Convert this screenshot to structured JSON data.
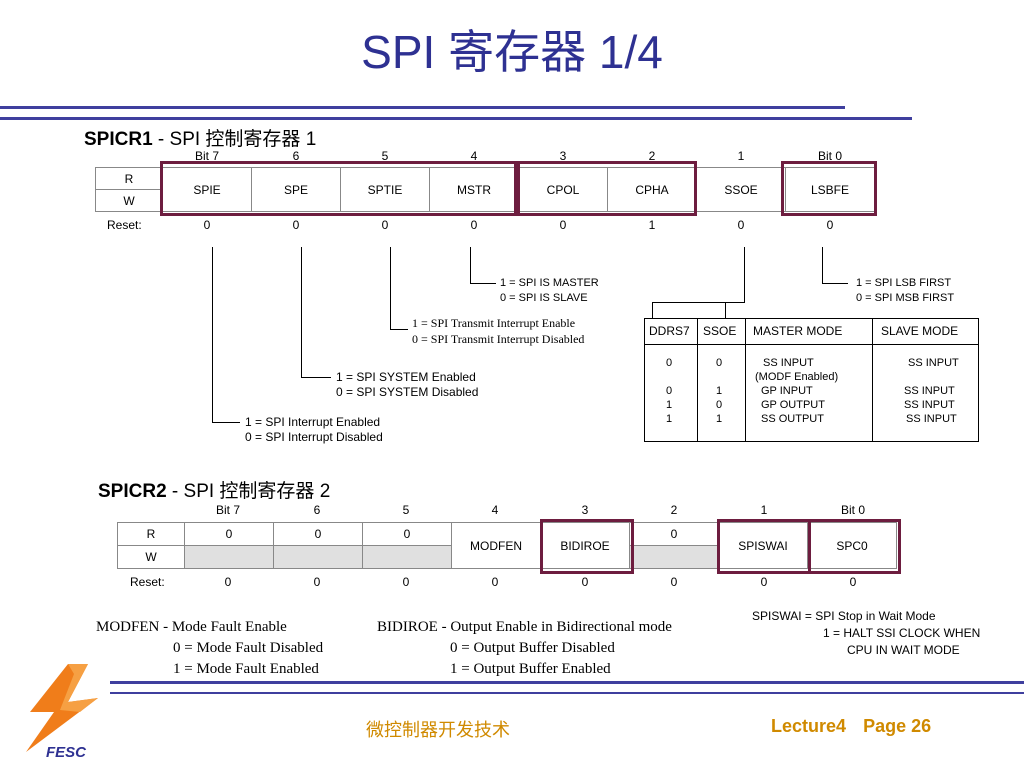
{
  "slide": {
    "title": "SPI 寄存器 1/4",
    "footer_center": "微控制器开发技术",
    "footer_lecture": "Lecture4",
    "footer_page_label": "Page",
    "footer_page_num": "26",
    "logo_text": "FESC"
  },
  "spicr1": {
    "name": "SPICR1",
    "subtitle": " - SPI 控制寄存器 1",
    "bit_labels": [
      "Bit 7",
      "6",
      "5",
      "4",
      "3",
      "2",
      "1",
      "Bit 0"
    ],
    "row_r": "R",
    "row_w": "W",
    "reset_label": "Reset:",
    "bits": [
      "SPIE",
      "SPE",
      "SPTIE",
      "MSTR",
      "CPOL",
      "CPHA",
      "SSOE",
      "LSBFE"
    ],
    "reset": [
      "0",
      "0",
      "0",
      "0",
      "0",
      "1",
      "0",
      "0"
    ],
    "desc": {
      "mstr_1": "1 = SPI IS MASTER",
      "mstr_0": "0 = SPI IS SLAVE",
      "lsbfe_1": "1 = SPI LSB FIRST",
      "lsbfe_0": "0 = SPI MSB FIRST",
      "sptie_1": "1 = SPI Transmit Interrupt Enable",
      "sptie_0": "0 = SPI Transmit Interrupt Disabled",
      "spe_1": "1 = SPI SYSTEM Enabled",
      "spe_0": "0 = SPI SYSTEM Disabled",
      "spie_1": "1 = SPI Interrupt Enabled",
      "spie_0": "0 = SPI Interrupt Disabled"
    },
    "mode_table": {
      "headers": [
        "DDRS7",
        "SSOE",
        "MASTER MODE",
        "SLAVE MODE"
      ],
      "rows": [
        {
          "ddrs7": "0",
          "ssoe": "0",
          "master": "SS INPUT",
          "master2": "(MODF Enabled)",
          "slave": "SS INPUT"
        },
        {
          "ddrs7": "0",
          "ssoe": "1",
          "master": "GP INPUT",
          "slave": "SS INPUT"
        },
        {
          "ddrs7": "1",
          "ssoe": "0",
          "master": "GP OUTPUT",
          "slave": "SS INPUT"
        },
        {
          "ddrs7": "1",
          "ssoe": "1",
          "master": "SS OUTPUT",
          "slave": "SS INPUT"
        }
      ]
    }
  },
  "spicr2": {
    "name": "SPICR2",
    "subtitle": " - SPI 控制寄存器 2",
    "bit_labels": [
      "Bit 7",
      "6",
      "5",
      "4",
      "3",
      "2",
      "1",
      "Bit 0"
    ],
    "row_r": "R",
    "row_w": "W",
    "reset_label": "Reset:",
    "r_values": [
      "0",
      "0",
      "0",
      "",
      "",
      "0",
      "",
      ""
    ],
    "bits_named": {
      "modfen": "MODFEN",
      "bidiroe": "BIDIROE",
      "spiswai": "SPISWAI",
      "spc0": "SPC0"
    },
    "reset": [
      "0",
      "0",
      "0",
      "0",
      "0",
      "0",
      "0",
      "0"
    ],
    "desc": {
      "modfen_title": "MODFEN - Mode Fault Enable",
      "modfen_0": "0 = Mode Fault Disabled",
      "modfen_1": "1 = Mode Fault Enabled",
      "bidiroe_title": "BIDIROE - Output Enable in Bidirectional mode",
      "bidiroe_0": "0 = Output Buffer Disabled",
      "bidiroe_1": "1 = Output Buffer Enabled",
      "spiswai_title": "SPISWAI = SPI Stop in Wait Mode",
      "spiswai_1a": "1 = HALT SSI CLOCK WHEN",
      "spiswai_1b": "CPU IN WAIT MODE"
    }
  },
  "colors": {
    "title": "#2e3192",
    "rule": "#3f3f9e",
    "highlight": "#6d1d3f",
    "footer": "#d08a00",
    "logo": "#f07d1a"
  }
}
